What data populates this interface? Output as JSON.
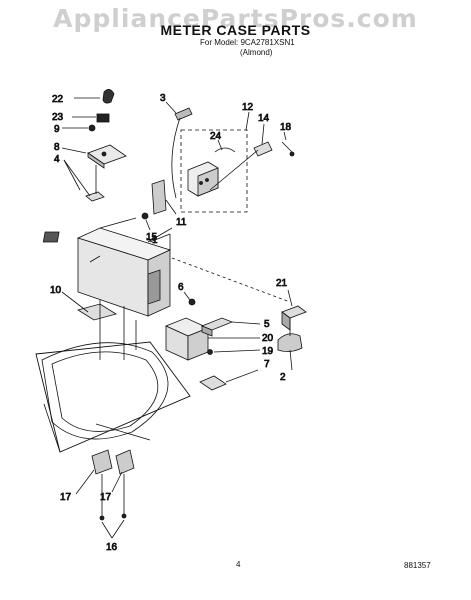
{
  "watermark": "AppliancePartsPros.com",
  "header": {
    "title": "METER CASE PARTS",
    "model_line": "For Model: 9CA2781XSN1",
    "variant": "(Almond)"
  },
  "callouts": [
    {
      "id": "c22",
      "label": "22"
    },
    {
      "id": "c23",
      "label": "23"
    },
    {
      "id": "c9",
      "label": "9"
    },
    {
      "id": "c8",
      "label": "8"
    },
    {
      "id": "c4",
      "label": "4"
    },
    {
      "id": "c3",
      "label": "3"
    },
    {
      "id": "c12",
      "label": "12"
    },
    {
      "id": "c24",
      "label": "24"
    },
    {
      "id": "c14",
      "label": "14"
    },
    {
      "id": "c18",
      "label": "18"
    },
    {
      "id": "c11",
      "label": "11"
    },
    {
      "id": "c15",
      "label": "15"
    },
    {
      "id": "c1",
      "label": "1"
    },
    {
      "id": "c10",
      "label": "10"
    },
    {
      "id": "c6",
      "label": "6"
    },
    {
      "id": "c21",
      "label": "21"
    },
    {
      "id": "c5",
      "label": "5"
    },
    {
      "id": "c20",
      "label": "20"
    },
    {
      "id": "c19",
      "label": "19"
    },
    {
      "id": "c7",
      "label": "7"
    },
    {
      "id": "c2",
      "label": "2"
    },
    {
      "id": "c17a",
      "label": "17"
    },
    {
      "id": "c17b",
      "label": "17"
    },
    {
      "id": "c16",
      "label": "16"
    }
  ],
  "footer": {
    "page": "4",
    "code": "881357"
  }
}
